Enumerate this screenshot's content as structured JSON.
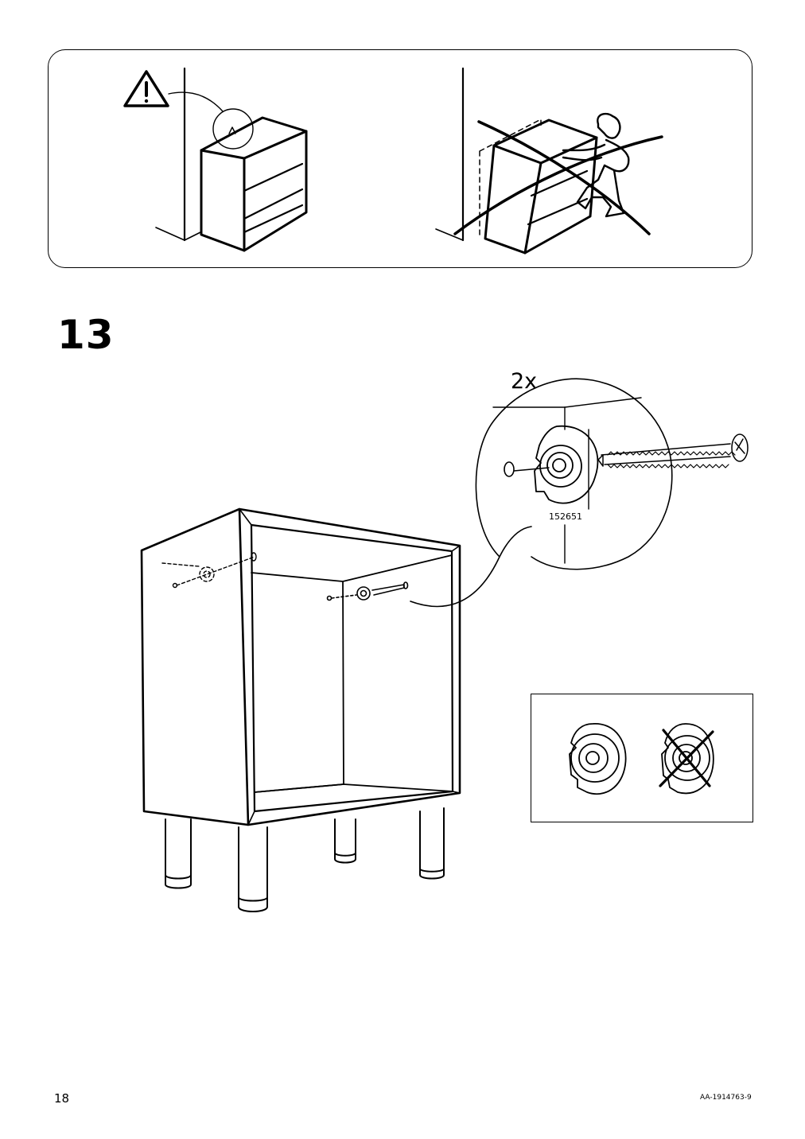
{
  "step": {
    "number": "13"
  },
  "callout": {
    "quantity": "2x",
    "part_number": "152651"
  },
  "footer": {
    "page_number": "18",
    "document_code": "AA-1914763-9"
  },
  "icons": [
    "warning-icon",
    "prohibited-cross-icon",
    "screw-icon",
    "cam-lock-icon",
    "person-icon"
  ]
}
